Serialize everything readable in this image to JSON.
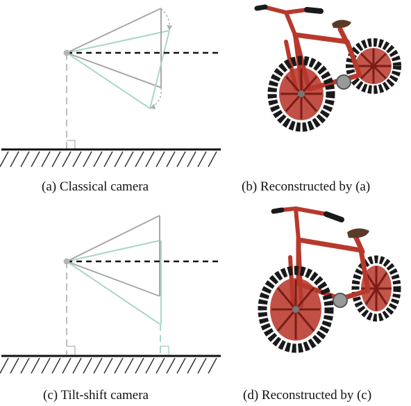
{
  "figure": {
    "panels": [
      {
        "id": "a",
        "caption": "(a) Classical camera"
      },
      {
        "id": "b",
        "caption": "(b) Reconstructed by (a)"
      },
      {
        "id": "c",
        "caption": "(c) Tilt-shift camera"
      },
      {
        "id": "d",
        "caption": "(d) Reconstructed by (c)"
      }
    ]
  },
  "colors": {
    "gray_line": "#a8a8a8",
    "teal_line": "#a9d7c6",
    "ground": "#111111",
    "bike_red": "#b8382c",
    "tire": "#1a1a1a"
  }
}
